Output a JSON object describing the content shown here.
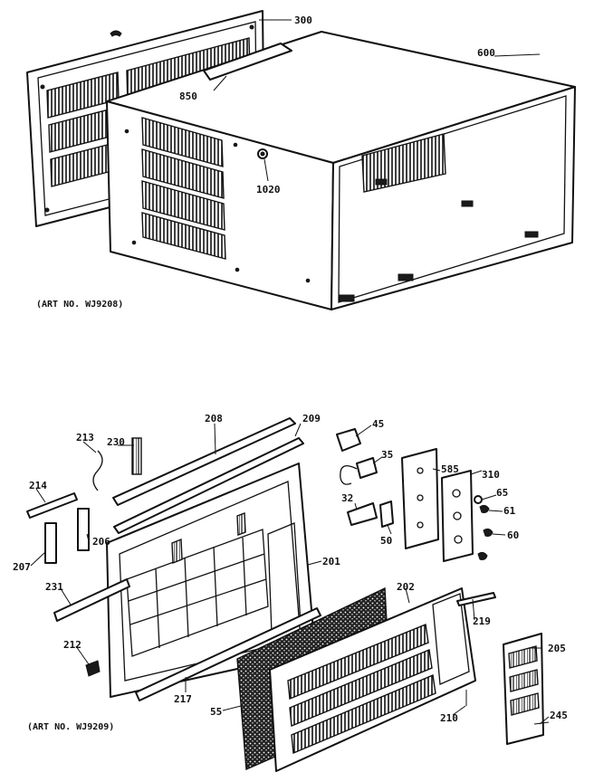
{
  "upper_assembly": {
    "art_no": "(ART NO. WJ9208)",
    "callouts": [
      "300",
      "600",
      "850",
      "1020"
    ]
  },
  "lower_assembly": {
    "art_no": "(ART NO. WJ9209)",
    "callouts": [
      "208",
      "209",
      "213",
      "230",
      "45",
      "35",
      "585",
      "310",
      "214",
      "206",
      "207",
      "32",
      "65",
      "61",
      "50",
      "60",
      "201",
      "231",
      "202",
      "219",
      "212",
      "205",
      "217",
      "55",
      "210",
      "245"
    ]
  }
}
